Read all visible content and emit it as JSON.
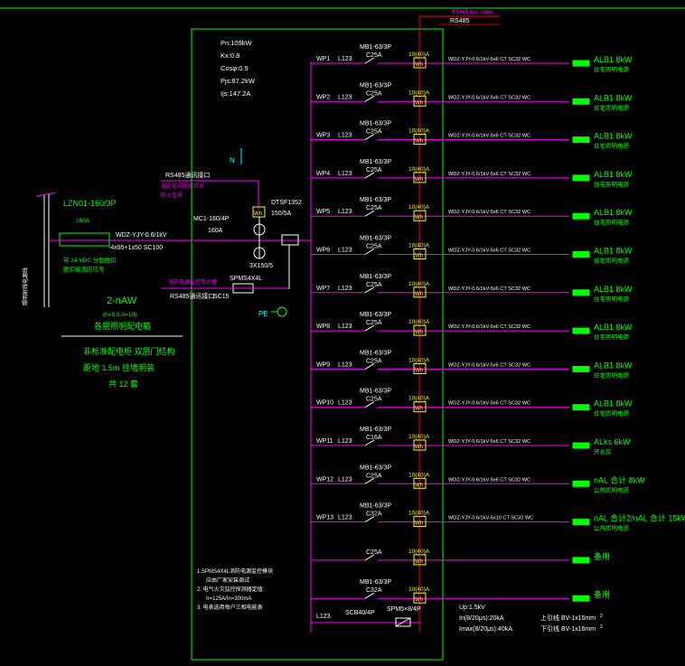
{
  "top_label": "RS485 bus cable",
  "top_sub": "RS485",
  "left_stats": [
    "Pn:109kW",
    "Kx:0.8",
    "Cosφ:0.9",
    "Pjs:87.2kW",
    "Ijs:147.2A"
  ],
  "circuits": [
    {
      "wp": "WP1",
      "phase": "L123",
      "breaker": "MB1-63/3P",
      "rating": "C25A",
      "meter": "10(40)A",
      "cable": "WDZ-YJY-0.6/1kV-5x6 CT SC32 WC",
      "load": "ALB1 8kW",
      "desc": "住宅照明电源"
    },
    {
      "wp": "WP2",
      "phase": "L123",
      "breaker": "MB1-63/3P",
      "rating": "C25A",
      "meter": "10(40)A",
      "cable": "WDZ-YJY-0.6/1kV-5x6 CT SC32 WC",
      "load": "ALB1 8kW",
      "desc": "住宅照明电源"
    },
    {
      "wp": "WP3",
      "phase": "L123",
      "breaker": "MB1-63/3P",
      "rating": "C25A",
      "meter": "10(40)A",
      "cable": "WDZ-YJY-0.6/1kV-5x6 CT SC32 WC",
      "load": "ALB1 8kW",
      "desc": "住宅照明电源"
    },
    {
      "wp": "WP4",
      "phase": "L123",
      "breaker": "MB1-63/3P",
      "rating": "C25A",
      "meter": "10(40)A",
      "cable": "WDZ-YJY-0.6/1kV-5x6 CT SC32 WC",
      "load": "ALB1 8kW",
      "desc": "住宅照明电源"
    },
    {
      "wp": "WP5",
      "phase": "L123",
      "breaker": "MB1-63/3P",
      "rating": "C25A",
      "meter": "10(40)A",
      "cable": "WDZ-YJY-0.6/1kV-5x6 CT SC32 WC",
      "load": "ALB1 8kW",
      "desc": "住宅照明电源"
    },
    {
      "wp": "WP6",
      "phase": "L123",
      "breaker": "MB1-63/3P",
      "rating": "C25A",
      "meter": "10(40)A",
      "cable": "WDZ-YJY-0.6/1kV-5x6 CT SC32 WC",
      "load": "ALB1 8kW",
      "desc": "住宅照明电源"
    },
    {
      "wp": "WP7",
      "phase": "L123",
      "breaker": "MB1-63/3P",
      "rating": "C25A",
      "meter": "10(40)A",
      "cable": "WDZ-YJY-0.6/1kV-5x6 CT SC32 WC",
      "load": "ALB1 8kW",
      "desc": "住宅照明电源"
    },
    {
      "wp": "WP8",
      "phase": "L123",
      "breaker": "MB1-63/3P",
      "rating": "C25A",
      "meter": "10(40)A",
      "cable": "WDZ-YJY-0.6/1kV-5x6 CT SC32 WC",
      "load": "ALB1 8kW",
      "desc": "住宅照明电源"
    },
    {
      "wp": "WP9",
      "phase": "L123",
      "breaker": "MB1-63/3P",
      "rating": "C25A",
      "meter": "10(40)A",
      "cable": "WDZ-YJY-0.6/1kV-5x6 CT SC32 WC",
      "load": "ALB1 8kW",
      "desc": "住宅照明电源"
    },
    {
      "wp": "WP10",
      "phase": "L123",
      "breaker": "MB1-63/3P",
      "rating": "C25A",
      "meter": "10(40)A",
      "cable": "WDZ-YJY-0.6/1kV-5x6 CT SC32 WC",
      "load": "ALB1 8kW",
      "desc": "住宅照明电源"
    },
    {
      "wp": "WP11",
      "phase": "L123",
      "breaker": "MB1-63/3P",
      "rating": "C16A",
      "meter": "10(40)A",
      "cable": "WDZ-YJY-0.6/1kV-5x6 CT SC32 WC",
      "load": "ALks 6kW",
      "desc": "开水房"
    },
    {
      "wp": "WP12",
      "phase": "L123",
      "breaker": "MB1-63/3P",
      "rating": "C25A",
      "meter": "10(40)A",
      "cable": "WDZ-YJY-0.6/1kV-5x6 CT SC32 WC",
      "load": "nAL 合计 8kW",
      "desc": "公共照明电源"
    },
    {
      "wp": "WP13",
      "phase": "L123",
      "breaker": "MB1-63/3P",
      "rating": "C32A",
      "meter": "10(40)A",
      "cable": "WDZ-YJY-0.6/1kV-5x10 CT SC32 WC",
      "load": "nAL 合计2/nAL 合计 15kW",
      "desc": "公共照明电源"
    },
    {
      "wp": "",
      "phase": "",
      "breaker": "",
      "rating": "C25A",
      "meter": "10(40)A",
      "cable": "",
      "load": "备用",
      "desc": ""
    },
    {
      "wp": "",
      "phase": "",
      "breaker": "MB1-63/3P",
      "rating": "C32A",
      "meter": "10(40)A",
      "cable": "",
      "load": "备用",
      "desc": ""
    }
  ],
  "incoming": {
    "device": "LZN01-160/3P",
    "device_rating": "160A",
    "spd_note1": "带 24 VDC 分励脱扣",
    "spd_note2": "脱扣接消防信号",
    "cable": "WDZ-YJY-0.6/1kV",
    "cable2": "-4x95+1x50 SC100",
    "left_vert": "照明射线电源线",
    "main_breaker": "MC1-160/4P",
    "main_rating": "160A",
    "rs485_note": "RS485通讯接口",
    "fire_note1": "消防信号脱扣开关",
    "fire_note2": "防火信号",
    "meter": "DTSF1352",
    "meter_rating": "150/5A",
    "ct_label": "3X150/5",
    "spd_label": "SPMS4X4L",
    "spd_note": "消防电源监控及计量",
    "rs485b": "RS485通讯接口",
    "sc15": "SC15",
    "n_label": "N",
    "pe_label": "PE"
  },
  "panel": {
    "name": "2-nAW",
    "size": "(h=5.8,0=10)",
    "desc": "各层照明配电箱",
    "note1": "非标准配电柜  双层门结构",
    "note2": "距地 1.5m 挂墙明装",
    "count": "共 12 套"
  },
  "bottom_notes": [
    "1.SPMS4X4L消防电源监控模块",
    "应由厂家安装调试",
    "2. 电气火灾监控探测器定值:",
    "Ir=125A/In=300mA",
    "3. 电表选用每户三相电能表"
  ],
  "surge": {
    "phase": "L123",
    "breaker": "SCB40/4P",
    "spd": "SPM5×8/4P"
  },
  "surge_params": [
    "Up:1.5kV",
    "In(8/20μs):20kA",
    "Imax(8/20μs):40kA"
  ],
  "wire_notes": [
    "上引线 BV-1x16mm",
    "下引线 BV-1x16mm"
  ],
  "wire_sup": [
    "2",
    "2"
  ]
}
